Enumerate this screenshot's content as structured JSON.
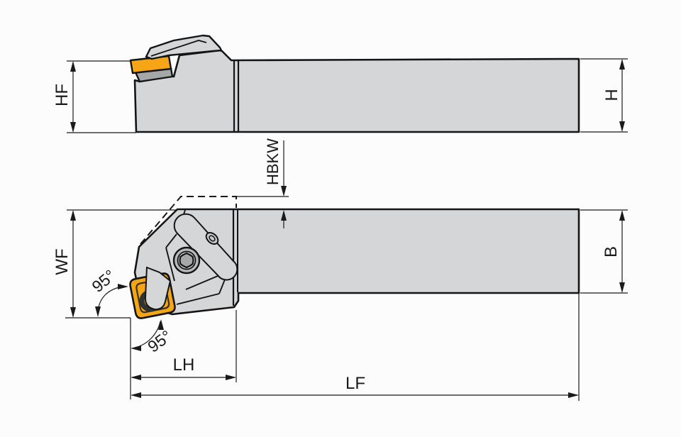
{
  "drawing": {
    "title": "Turning tool holder dimensional drawing (side view and plan view)",
    "labels": {
      "hf": "HF",
      "h": "H",
      "hbkw": "HBKW",
      "wf": "WF",
      "b": "B",
      "lh": "LH",
      "lf": "LF",
      "angle_upper": "95°",
      "angle_lower": "95°"
    },
    "colors": {
      "background": "#fcfcfc",
      "body_gray": "#d4d6d8",
      "outline": "#151515",
      "insert_orange": "#f5a515",
      "shim_gray": "#a5a7a9",
      "screw_ring": "#b7b9bb",
      "screw_disc": "#ced0d2",
      "screw_star": "#a6a8aa",
      "hole_dark": "#2f3133",
      "dimension": "#1a1a1a"
    }
  }
}
